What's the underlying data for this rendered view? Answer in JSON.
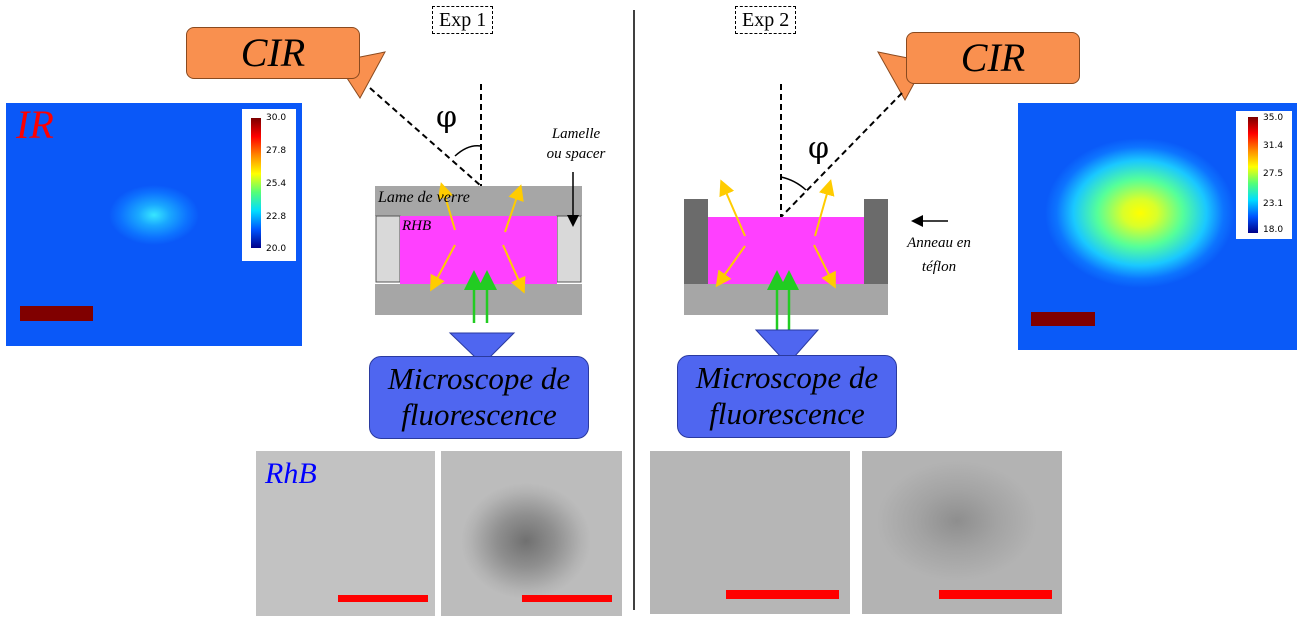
{
  "exp1": {
    "label": "Exp 1",
    "source": "CIR",
    "angle_symbol": "φ",
    "label_glass": "Lame de verre",
    "label_sample": "RHB",
    "label_spacer_line1": "Lamelle",
    "label_spacer_line2": "ou spacer",
    "microscope_line1": "Microscope de",
    "microscope_line2": "fluorescence",
    "ir_title": "IR",
    "colorbar_ticks": [
      "30.0",
      "27.8",
      "25.4",
      "22.8",
      "20.0"
    ],
    "rhb_title": "RhB"
  },
  "exp2": {
    "label": "Exp 2",
    "source": "CIR",
    "angle_symbol": "φ",
    "label_ring_line1": "Anneau en",
    "label_ring_line2": "téflon",
    "microscope_line1": "Microscope de",
    "microscope_line2": "fluorescence",
    "colorbar_ticks": [
      "35.0",
      "31.4",
      "27.5",
      "23.1",
      "18.0"
    ]
  },
  "colors": {
    "cir_fill": "#f9904f",
    "microscope_fill": "#4f66f0",
    "sample_fill": "#ff40ff",
    "glass_fill": "#a6a6a6",
    "teflon_fill": "#6b6b6b",
    "spacer_fill": "#d9d9d9",
    "excitation_arrow": "#22cc22",
    "emission_arrow": "#ffcc00",
    "scalebar_ir": "#800000",
    "scalebar_rhb": "#ff0000",
    "ir_title_color": "#ff0000",
    "rhb_title_color": "#0000ff"
  }
}
